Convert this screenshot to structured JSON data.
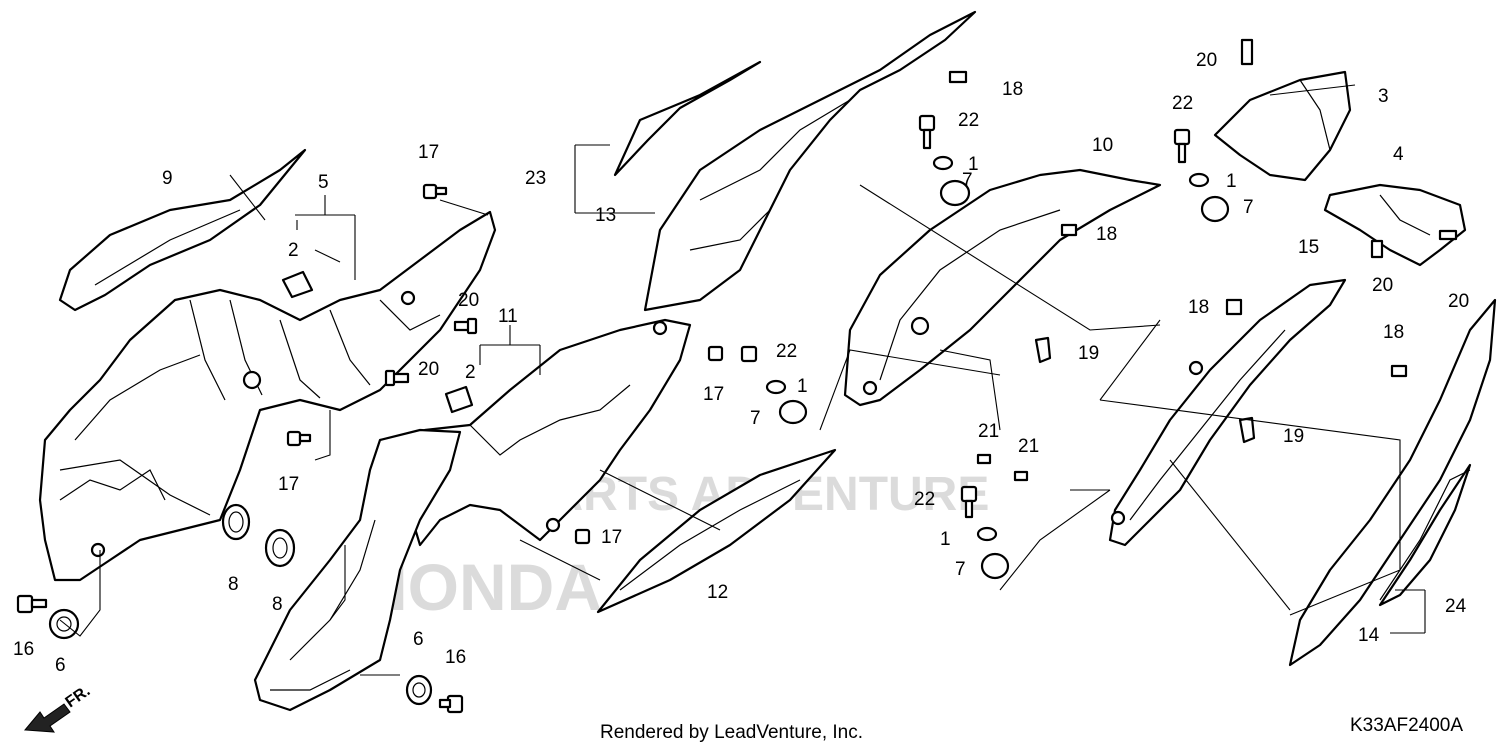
{
  "diagram": {
    "callouts": [
      {
        "id": "c1a",
        "text": "1"
      },
      {
        "id": "c1b",
        "text": "1"
      },
      {
        "id": "c1c",
        "text": "1"
      },
      {
        "id": "c1d",
        "text": "1"
      },
      {
        "id": "c2a",
        "text": "2"
      },
      {
        "id": "c2b",
        "text": "2"
      },
      {
        "id": "c3",
        "text": "3"
      },
      {
        "id": "c4",
        "text": "4"
      },
      {
        "id": "c5",
        "text": "5"
      },
      {
        "id": "c6a",
        "text": "6"
      },
      {
        "id": "c6b",
        "text": "6"
      },
      {
        "id": "c7a",
        "text": "7"
      },
      {
        "id": "c7b",
        "text": "7"
      },
      {
        "id": "c7c",
        "text": "7"
      },
      {
        "id": "c7d",
        "text": "7"
      },
      {
        "id": "c8a",
        "text": "8"
      },
      {
        "id": "c8b",
        "text": "8"
      },
      {
        "id": "c9",
        "text": "9"
      },
      {
        "id": "c10",
        "text": "10"
      },
      {
        "id": "c11",
        "text": "11"
      },
      {
        "id": "c12",
        "text": "12"
      },
      {
        "id": "c13",
        "text": "13"
      },
      {
        "id": "c14",
        "text": "14"
      },
      {
        "id": "c15",
        "text": "15"
      },
      {
        "id": "c16a",
        "text": "16"
      },
      {
        "id": "c16b",
        "text": "16"
      },
      {
        "id": "c17a",
        "text": "17"
      },
      {
        "id": "c17b",
        "text": "17"
      },
      {
        "id": "c17c",
        "text": "17"
      },
      {
        "id": "c17d",
        "text": "17"
      },
      {
        "id": "c18a",
        "text": "18"
      },
      {
        "id": "c18b",
        "text": "18"
      },
      {
        "id": "c18c",
        "text": "18"
      },
      {
        "id": "c18d",
        "text": "18"
      },
      {
        "id": "c19a",
        "text": "19"
      },
      {
        "id": "c19b",
        "text": "19"
      },
      {
        "id": "c20a",
        "text": "20"
      },
      {
        "id": "c20b",
        "text": "20"
      },
      {
        "id": "c20c",
        "text": "20"
      },
      {
        "id": "c20d",
        "text": "20"
      },
      {
        "id": "c20e",
        "text": "20"
      },
      {
        "id": "c21a",
        "text": "21"
      },
      {
        "id": "c21b",
        "text": "21"
      },
      {
        "id": "c22a",
        "text": "22"
      },
      {
        "id": "c22b",
        "text": "22"
      },
      {
        "id": "c22c",
        "text": "22"
      },
      {
        "id": "c22d",
        "text": "22"
      },
      {
        "id": "c23",
        "text": "23"
      },
      {
        "id": "c24",
        "text": "24"
      }
    ],
    "direction_label": "FR.",
    "footer_credit": "Rendered by LeadVenture, Inc.",
    "drawing_code": "K33AF2400A",
    "watermark": {
      "line1": "PARTS ADVENTURE",
      "line2": "HONDA"
    }
  }
}
